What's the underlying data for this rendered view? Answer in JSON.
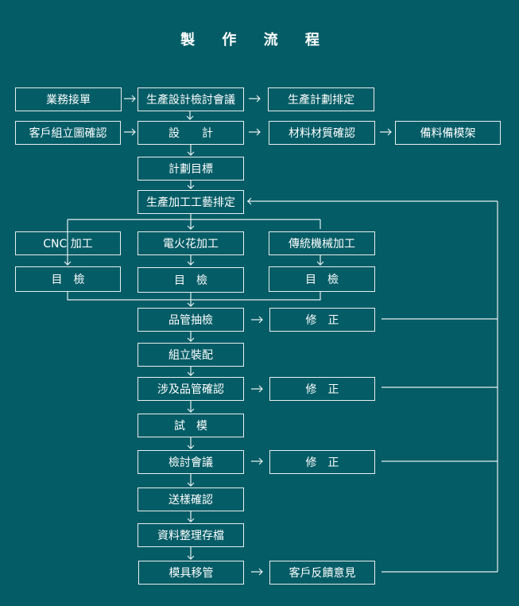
{
  "title": "製 作 流 程",
  "nodes": {
    "order": "業務接單",
    "review": "生產設計檢討會議",
    "plan": "生產計劃排定",
    "confirm": "客戶組立圖確認",
    "design": "設　　計",
    "material": "材料材質確認",
    "prep": "備料備模架",
    "target": "計劃目標",
    "process": "生產加工工藝排定",
    "cnc": "CNC 加工",
    "edm": "電火花加工",
    "traditional": "傳統機械加工",
    "insp1": "目　檢",
    "insp2": "目　檢",
    "insp3": "目　檢",
    "qc": "品管抽檢",
    "fix1": "修　正",
    "assembly": "組立裝配",
    "qc2": "涉及品管確認",
    "fix2": "修　正",
    "trial": "試　模",
    "meeting": "檢討會議",
    "fix3": "修　正",
    "sample": "送樣確認",
    "archive": "資料整理存檔",
    "transfer": "模具移管",
    "feedback": "客戶反饋意見"
  }
}
